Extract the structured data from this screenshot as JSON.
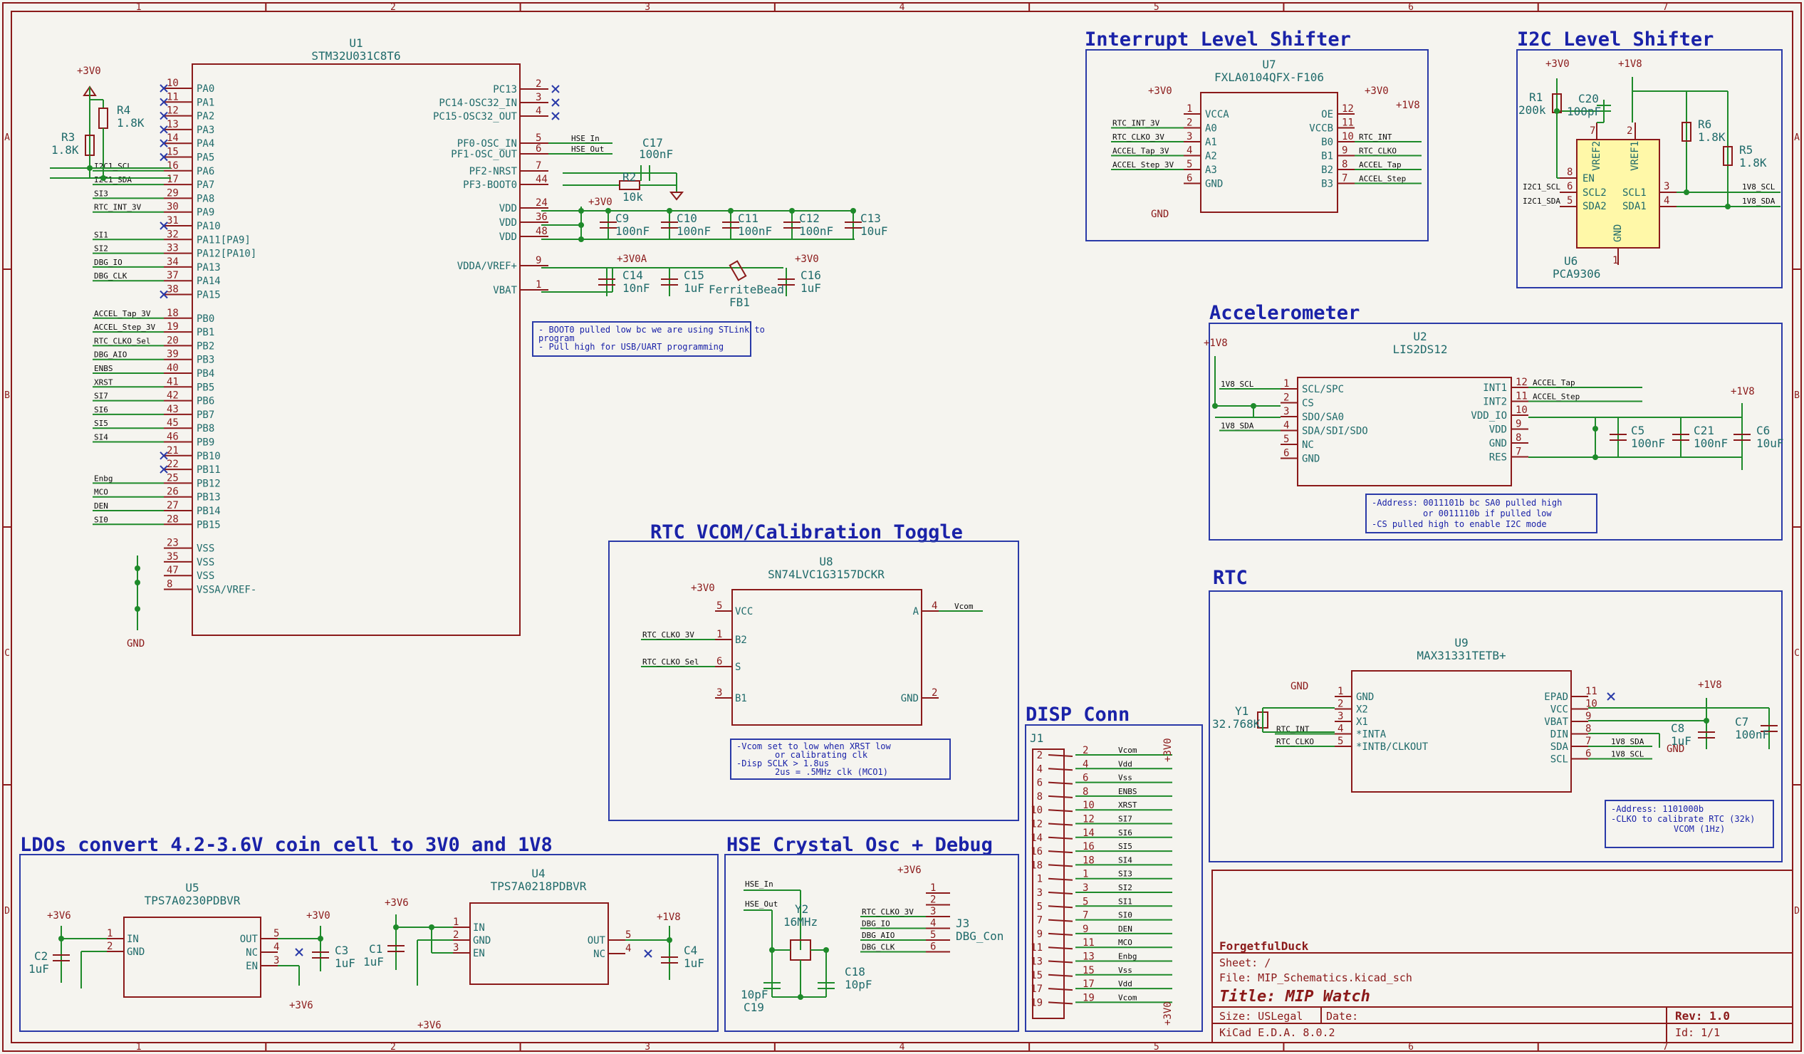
{
  "grid": {
    "columns": [
      "1",
      "2",
      "3",
      "4",
      "5",
      "6",
      "7"
    ],
    "rows": [
      "A",
      "B",
      "C",
      "D"
    ]
  },
  "sections": {
    "interrupt": "Interrupt Level Shifter",
    "i2c": "I2C Level Shifter",
    "accel": "Accelerometer",
    "rtc_vcom": "RTC VCOM/Calibration Toggle",
    "rtc": "RTC",
    "disp": "DISP Conn",
    "ldo": "LDOs convert 4.2-3.6V coin cell to 3V0 and 1V8",
    "hse": "HSE Crystal Osc + Debug"
  },
  "power": {
    "v3v0": "+3V0",
    "v1v8": "+1V8",
    "v3v6": "+3V6",
    "v3v0a": "+3V0A",
    "gnd": "GND"
  },
  "u1": {
    "ref": "U1",
    "value": "STM32U031C8T6",
    "left_pins": [
      {
        "num": "10",
        "name": "PA0",
        "net": "",
        "nc": true
      },
      {
        "num": "11",
        "name": "PA1",
        "net": "",
        "nc": true
      },
      {
        "num": "12",
        "name": "PA2",
        "net": "",
        "nc": true
      },
      {
        "num": "13",
        "name": "PA3",
        "net": "",
        "nc": true
      },
      {
        "num": "14",
        "name": "PA4",
        "net": "",
        "nc": true
      },
      {
        "num": "15",
        "name": "PA5",
        "net": "",
        "nc": true
      },
      {
        "num": "16",
        "name": "PA6",
        "net": "I2C1_SCL",
        "nc": false
      },
      {
        "num": "17",
        "name": "PA7",
        "net": "I2C1_SDA",
        "nc": false
      },
      {
        "num": "29",
        "name": "PA8",
        "net": "SI3",
        "nc": false
      },
      {
        "num": "30",
        "name": "PA9",
        "net": "RTC_INT_3V",
        "nc": false
      },
      {
        "num": "31",
        "name": "PA10",
        "net": "",
        "nc": true
      },
      {
        "num": "32",
        "name": "PA11[PA9]",
        "net": "SI1",
        "nc": false
      },
      {
        "num": "33",
        "name": "PA12[PA10]",
        "net": "SI2",
        "nc": false
      },
      {
        "num": "34",
        "name": "PA13",
        "net": "DBG_IO",
        "nc": false
      },
      {
        "num": "37",
        "name": "PA14",
        "net": "DBG_CLK",
        "nc": false
      },
      {
        "num": "38",
        "name": "PA15",
        "net": "",
        "nc": true
      },
      {
        "num": "18",
        "name": "PB0",
        "net": "ACCEL_Tap_3V",
        "nc": false
      },
      {
        "num": "19",
        "name": "PB1",
        "net": "ACCEL_Step_3V",
        "nc": false
      },
      {
        "num": "20",
        "name": "PB2",
        "net": "RTC_CLKO_Sel",
        "nc": false
      },
      {
        "num": "39",
        "name": "PB3",
        "net": "DBG_AIO",
        "nc": false
      },
      {
        "num": "40",
        "name": "PB4",
        "net": "ENBS",
        "nc": false
      },
      {
        "num": "41",
        "name": "PB5",
        "net": "XRST",
        "nc": false
      },
      {
        "num": "42",
        "name": "PB6",
        "net": "SI7",
        "nc": false
      },
      {
        "num": "43",
        "name": "PB7",
        "net": "SI6",
        "nc": false
      },
      {
        "num": "45",
        "name": "PB8",
        "net": "SI5",
        "nc": false
      },
      {
        "num": "46",
        "name": "PB9",
        "net": "SI4",
        "nc": false
      },
      {
        "num": "21",
        "name": "PB10",
        "net": "",
        "nc": true
      },
      {
        "num": "22",
        "name": "PB11",
        "net": "",
        "nc": true
      },
      {
        "num": "25",
        "name": "PB12",
        "net": "Enbg",
        "nc": false
      },
      {
        "num": "26",
        "name": "PB13",
        "net": "MCO",
        "nc": false
      },
      {
        "num": "27",
        "name": "PB14",
        "net": "DEN",
        "nc": false
      },
      {
        "num": "28",
        "name": "PB15",
        "net": "SI0",
        "nc": false
      },
      {
        "num": "23",
        "name": "VSS",
        "net": "",
        "nc": false
      },
      {
        "num": "35",
        "name": "VSS",
        "net": "",
        "nc": false
      },
      {
        "num": "47",
        "name": "VSS",
        "net": "",
        "nc": false
      },
      {
        "num": "8",
        "name": "VSSA/VREF-",
        "net": "",
        "nc": false
      }
    ],
    "right_pins": [
      {
        "num": "2",
        "name": "PC13",
        "net": ""
      },
      {
        "num": "3",
        "name": "PC14-OSC32_IN",
        "net": ""
      },
      {
        "num": "4",
        "name": "PC15-OSC32_OUT",
        "net": ""
      },
      {
        "num": "5",
        "name": "PF0-OSC_IN",
        "net": "HSE_In"
      },
      {
        "num": "6",
        "name": "PF1-OSC_OUT",
        "net": "HSE_Out"
      },
      {
        "num": "7",
        "name": "PF2-NRST",
        "net": "NRST"
      },
      {
        "num": "44",
        "name": "PF3-BOOT0",
        "net": "BOOT0"
      },
      {
        "num": "24",
        "name": "VDD",
        "net": ""
      },
      {
        "num": "36",
        "name": "VDD",
        "net": ""
      },
      {
        "num": "48",
        "name": "VDD",
        "net": ""
      },
      {
        "num": "9",
        "name": "VDDA/VREF+",
        "net": ""
      },
      {
        "num": "1",
        "name": "VBAT",
        "net": ""
      }
    ],
    "r3": {
      "ref": "R3",
      "value": "1.8K"
    },
    "r4": {
      "ref": "R4",
      "value": "1.8K"
    }
  },
  "u1_passives": {
    "c17": {
      "ref": "C17",
      "value": "100nF"
    },
    "r2": {
      "ref": "R2",
      "value": "10k"
    },
    "c9": {
      "ref": "C9",
      "value": "100nF"
    },
    "c10": {
      "ref": "C10",
      "value": "100nF"
    },
    "c11": {
      "ref": "C11",
      "value": "100nF"
    },
    "c12": {
      "ref": "C12",
      "value": "100nF"
    },
    "c13": {
      "ref": "C13",
      "value": "10uF"
    },
    "c14": {
      "ref": "C14",
      "value": "10nF"
    },
    "c15": {
      "ref": "C15",
      "value": "1uF"
    },
    "fb1": {
      "ref": "FB1",
      "value": "FerriteBead"
    },
    "c16": {
      "ref": "C16",
      "value": "1uF"
    },
    "note_lines": [
      "- BOOT0 pulled low bc we are using STLink to",
      "program",
      "- Pull high for USB/UART programming"
    ]
  },
  "u7": {
    "ref": "U7",
    "value": "FXLA0104QFX-F106",
    "left_pins": [
      {
        "num": "1",
        "name": "VCCA",
        "net": ""
      },
      {
        "num": "2",
        "name": "A0",
        "net": "RTC_INT_3V"
      },
      {
        "num": "3",
        "name": "A1",
        "net": "RTC_CLKO_3V"
      },
      {
        "num": "4",
        "name": "A2",
        "net": "ACCEL_Tap_3V"
      },
      {
        "num": "5",
        "name": "A3",
        "net": "ACCEL_Step_3V"
      },
      {
        "num": "6",
        "name": "GND",
        "net": ""
      }
    ],
    "right_pins": [
      {
        "num": "12",
        "name": "OE",
        "net": ""
      },
      {
        "num": "11",
        "name": "VCCB",
        "net": ""
      },
      {
        "num": "10",
        "name": "B0",
        "net": "RTC_INT"
      },
      {
        "num": "9",
        "name": "B1",
        "net": "RTC_CLKO"
      },
      {
        "num": "8",
        "name": "B2",
        "net": "ACCEL_Tap"
      },
      {
        "num": "7",
        "name": "B3",
        "net": "ACCEL_Step"
      }
    ]
  },
  "u6": {
    "ref": "U6",
    "value": "PCA9306",
    "pins_left": [
      {
        "num": "8",
        "name": "EN",
        "net": ""
      },
      {
        "num": "6",
        "name": "SCL2",
        "net": "I2C1_SCL"
      },
      {
        "num": "5",
        "name": "SDA2",
        "net": "I2C1_SDA"
      }
    ],
    "pins_right": [
      {
        "num": "3",
        "name": "SCL1",
        "net": "1V8_SCL"
      },
      {
        "num": "4",
        "name": "SDA1",
        "net": "1V8_SDA"
      }
    ],
    "top_pins": [
      "VREF2",
      "VREF1"
    ],
    "top_nums": [
      "7",
      "2"
    ],
    "bottom_pin": "GND",
    "bottom_num": "1",
    "r1": {
      "ref": "R1",
      "value": "200k"
    },
    "c20": {
      "ref": "C20",
      "value": "100pF"
    },
    "r6": {
      "ref": "R6",
      "value": "1.8K"
    },
    "r5": {
      "ref": "R5",
      "value": "1.8K"
    }
  },
  "u2": {
    "ref": "U2",
    "value": "LIS2DS12",
    "left_pins": [
      {
        "num": "1",
        "name": "SCL/SPC",
        "net": "1V8_SCL"
      },
      {
        "num": "2",
        "name": "CS",
        "net": ""
      },
      {
        "num": "3",
        "name": "SDO/SA0",
        "net": ""
      },
      {
        "num": "4",
        "name": "SDA/SDI/SDO",
        "net": "1V8_SDA"
      },
      {
        "num": "5",
        "name": "NC",
        "net": ""
      },
      {
        "num": "6",
        "name": "GND",
        "net": ""
      }
    ],
    "right_pins": [
      {
        "num": "12",
        "name": "INT1",
        "net": "ACCEL_Tap"
      },
      {
        "num": "11",
        "name": "INT2",
        "net": "ACCEL_Step"
      },
      {
        "num": "10",
        "name": "VDD_IO",
        "net": ""
      },
      {
        "num": "9",
        "name": "VDD",
        "net": ""
      },
      {
        "num": "8",
        "name": "GND",
        "net": ""
      },
      {
        "num": "7",
        "name": "RES",
        "net": ""
      }
    ],
    "c5": {
      "ref": "C5",
      "value": "100nF"
    },
    "c21": {
      "ref": "C21",
      "value": "100nF"
    },
    "c6": {
      "ref": "C6",
      "value": "10uF"
    },
    "note_lines": [
      "-Address: 0011101b bc SA0 pulled high",
      "or 0011110b if pulled low",
      "-CS pulled high to enable I2C mode"
    ]
  },
  "u8": {
    "ref": "U8",
    "value": "SN74LVC1G3157DCKR",
    "left_pins": [
      {
        "num": "5",
        "name": "VCC",
        "net": ""
      },
      {
        "num": "1",
        "name": "B2",
        "net": "RTC_CLKO_3V"
      },
      {
        "num": "6",
        "name": "S",
        "net": "RTC_CLKO_Sel"
      },
      {
        "num": "3",
        "name": "B1",
        "net": ""
      }
    ],
    "right_pins": [
      {
        "num": "4",
        "name": "A",
        "net": "Vcom"
      },
      {
        "num": "2",
        "name": "GND",
        "net": ""
      }
    ],
    "note_lines": [
      "-Vcom set to low when XRST low",
      "or calibrating clk",
      "-Disp SCLK > 1.8us",
      "2us = .5MHz clk (MCO1)"
    ]
  },
  "u9": {
    "ref": "U9",
    "value": "MAX31331TETB+",
    "left_pins": [
      {
        "num": "1",
        "name": "GND",
        "net": ""
      },
      {
        "num": "2",
        "name": "X2",
        "net": ""
      },
      {
        "num": "3",
        "name": "X1",
        "net": ""
      },
      {
        "num": "4",
        "name": "*INTA",
        "net": "RTC_INT"
      },
      {
        "num": "5",
        "name": "*INTB/CLKOUT",
        "net": "RTC_CLKO"
      }
    ],
    "right_pins": [
      {
        "num": "11",
        "name": "EPAD",
        "net": ""
      },
      {
        "num": "10",
        "name": "VCC",
        "net": ""
      },
      {
        "num": "9",
        "name": "VBAT",
        "net": ""
      },
      {
        "num": "8",
        "name": "DIN",
        "net": ""
      },
      {
        "num": "7",
        "name": "SDA",
        "net": "1V8_SDA"
      },
      {
        "num": "6",
        "name": "SCL",
        "net": "1V8_SCL"
      }
    ],
    "y1": {
      "ref": "Y1",
      "value": "32.768K"
    },
    "c8": {
      "ref": "C8",
      "value": "1uF"
    },
    "c7": {
      "ref": "C7",
      "value": "100nF"
    },
    "note_lines": [
      "-Address: 1101000b",
      "-CLKO to calibrate RTC (32k)",
      "VCOM (1Hz)"
    ]
  },
  "j1": {
    "ref": "J1",
    "pins": [
      {
        "num": "2",
        "net": "Vcom"
      },
      {
        "num": "4",
        "net": "Vdd"
      },
      {
        "num": "6",
        "net": "Vss"
      },
      {
        "num": "8",
        "net": "ENBS"
      },
      {
        "num": "10",
        "net": "XRST"
      },
      {
        "num": "12",
        "net": "SI7"
      },
      {
        "num": "14",
        "net": "SI6"
      },
      {
        "num": "16",
        "net": "SI5"
      },
      {
        "num": "18",
        "net": "SI4"
      },
      {
        "num": "1",
        "net": "SI3"
      },
      {
        "num": "3",
        "net": "SI2"
      },
      {
        "num": "5",
        "net": "SI1"
      },
      {
        "num": "7",
        "net": "SI0"
      },
      {
        "num": "9",
        "net": "DEN"
      },
      {
        "num": "11",
        "net": "MCO"
      },
      {
        "num": "13",
        "net": "Enbg"
      },
      {
        "num": "15",
        "net": "Vss"
      },
      {
        "num": "17",
        "net": "Vdd"
      },
      {
        "num": "19",
        "net": "Vcom"
      }
    ],
    "left_nums": [
      "2",
      "4",
      "6",
      "8",
      "10",
      "12",
      "14",
      "16",
      "18",
      "1",
      "3",
      "5",
      "7",
      "9",
      "11",
      "13",
      "15",
      "17",
      "19"
    ]
  },
  "ldo": {
    "u5": {
      "ref": "U5",
      "value": "TPS7A0230PDBVR",
      "left_pins": [
        {
          "num": "1",
          "name": "IN"
        },
        {
          "num": "2",
          "name": "GND"
        }
      ],
      "right_pins": [
        {
          "num": "5",
          "name": "OUT"
        },
        {
          "num": "4",
          "name": "NC"
        },
        {
          "num": "3",
          "name": "EN"
        }
      ]
    },
    "u4": {
      "ref": "U4",
      "value": "TPS7A0218PDBVR",
      "left_pins": [
        {
          "num": "1",
          "name": "IN"
        },
        {
          "num": "2",
          "name": "GND"
        },
        {
          "num": "3",
          "name": "EN"
        }
      ],
      "right_pins": [
        {
          "num": "5",
          "name": "OUT"
        },
        {
          "num": "4",
          "name": "NC"
        }
      ]
    },
    "c2": {
      "ref": "C2",
      "value": "1uF"
    },
    "c3": {
      "ref": "C3",
      "value": "1uF"
    },
    "c1": {
      "ref": "C1",
      "value": "1uF"
    },
    "c4": {
      "ref": "C4",
      "value": "1uF"
    }
  },
  "hse": {
    "y2": {
      "ref": "Y2",
      "value": "16MHz"
    },
    "c19": {
      "ref": "C19",
      "value": "10pF"
    },
    "c18": {
      "ref": "C18",
      "value": "10pF"
    },
    "j3": {
      "ref": "J3",
      "value": "DBG_Con"
    },
    "nets": [
      "HSE_In",
      "HSE_Out"
    ],
    "j3_pins": [
      {
        "num": "1",
        "net": ""
      },
      {
        "num": "2",
        "net": ""
      },
      {
        "num": "3",
        "net": "RTC_CLKO_3V"
      },
      {
        "num": "4",
        "net": "DBG_IO"
      },
      {
        "num": "5",
        "net": "DBG_AIO"
      },
      {
        "num": "6",
        "net": "DBG_CLK"
      }
    ]
  },
  "title_block": {
    "company": "ForgetfulDuck",
    "sheet": "Sheet: /",
    "file": "File: MIP_Schematics.kicad_sch",
    "title": "Title: MIP Watch",
    "size": "Size: USLegal",
    "date": "Date:",
    "rev": "Rev: 1.0",
    "tool": "KiCad E.D.A. 8.0.2",
    "id": "Id: 1/1"
  }
}
